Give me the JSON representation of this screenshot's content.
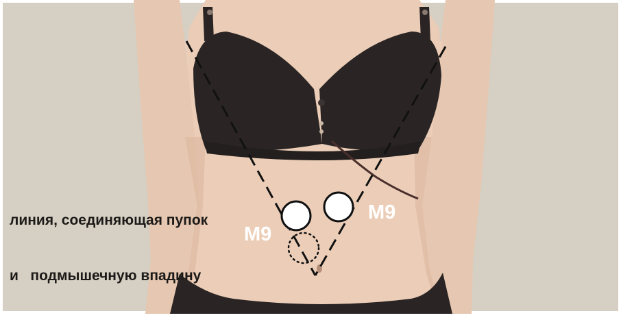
{
  "annotation": {
    "caption_line_1": "линия, соединяющая пупок",
    "caption_line_2": "и   подмышечную впадину"
  },
  "points": [
    {
      "id": "left",
      "label": "M9"
    },
    {
      "id": "right",
      "label": "M9"
    }
  ],
  "colors": {
    "background": "#d6cfc3",
    "skin": "#e9cbb4",
    "garment": "#2a2524",
    "guide_line": "#111111",
    "rib_curve": "#4a2f2c",
    "point_fill": "#ffffff",
    "label_text": "#ffffff",
    "caption_text": "#1c1a18"
  },
  "icons": {
    "points": "circle-marker",
    "navel_marker": "dotted-circle"
  }
}
